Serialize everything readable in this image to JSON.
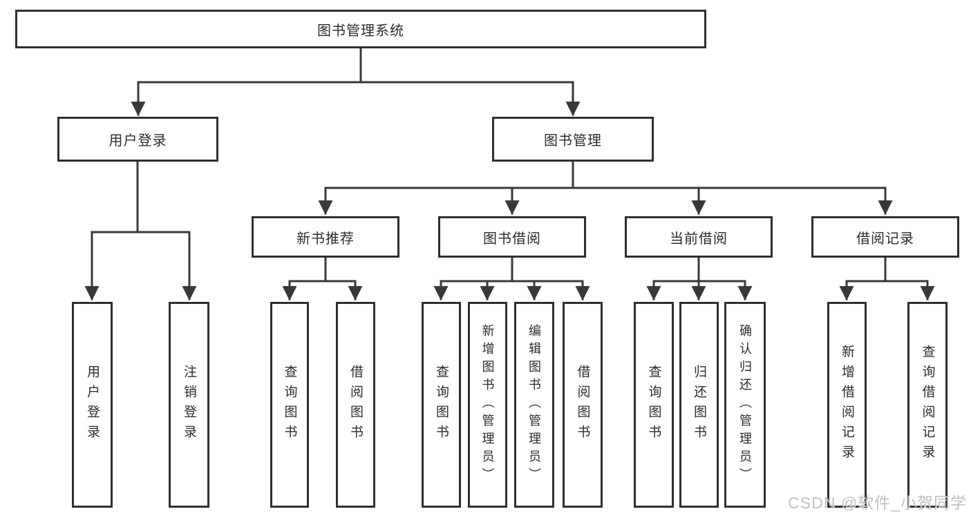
{
  "tree": {
    "label": "图书管理系统",
    "children": [
      {
        "label": "用户登录",
        "children": [
          {
            "label": "用户登录"
          },
          {
            "label": "注销登录"
          }
        ]
      },
      {
        "label": "图书管理",
        "children": [
          {
            "label": "新书推荐",
            "children": [
              {
                "label": "查询图书"
              },
              {
                "label": "借阅图书"
              }
            ]
          },
          {
            "label": "图书借阅",
            "children": [
              {
                "label": "查询图书"
              },
              {
                "label": "新增图书（管理员）"
              },
              {
                "label": "编辑图书（管理员）"
              },
              {
                "label": "借阅图书"
              }
            ]
          },
          {
            "label": "当前借阅",
            "children": [
              {
                "label": "查询图书"
              },
              {
                "label": "归还图书"
              },
              {
                "label": "确认归还（管理员）"
              }
            ]
          },
          {
            "label": "借阅记录",
            "children": [
              {
                "label": "新增借阅记录"
              },
              {
                "label": "查询借阅记录"
              }
            ]
          }
        ]
      }
    ]
  },
  "colors": {
    "line": "#383838",
    "box_border": "#2f2f2f",
    "text": "#2b2b2b",
    "watermark": "#b9bcc0",
    "background": "#ffffff"
  },
  "watermark": {
    "text": "CSDN @软件_小贺同学"
  }
}
